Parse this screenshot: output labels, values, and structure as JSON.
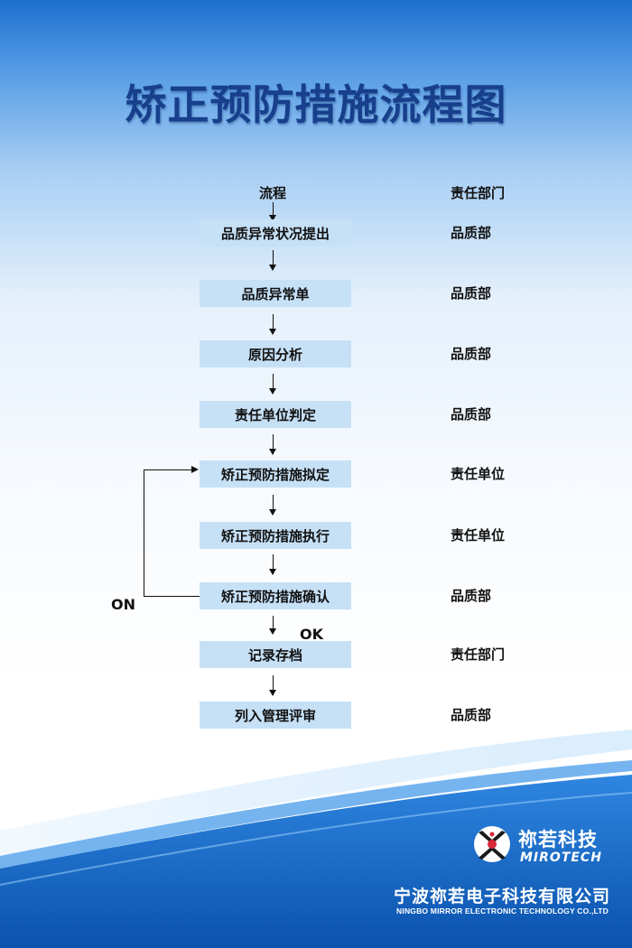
{
  "title": "矫正预防措施流程图",
  "headers": {
    "process": "流程",
    "department": "责任部门"
  },
  "steps": [
    {
      "label": "品质异常状况提出",
      "dept": "品质部"
    },
    {
      "label": "品质异常单",
      "dept": "品质部"
    },
    {
      "label": "原因分析",
      "dept": "品质部"
    },
    {
      "label": "责任单位判定",
      "dept": "品质部"
    },
    {
      "label": "矫正预防措施拟定",
      "dept": "责任单位"
    },
    {
      "label": "矫正预防措施执行",
      "dept": "责任单位"
    },
    {
      "label": "矫正预防措施确认",
      "dept": "品质部"
    },
    {
      "label": "记录存档",
      "dept": "责任部门"
    },
    {
      "label": "列入管理评审",
      "dept": "品质部"
    }
  ],
  "labels": {
    "loop": "ON",
    "ok": "OK"
  },
  "logo": {
    "cn": "祢若科技",
    "en": "MIROTECH",
    "icon": "mirotech-logo-icon"
  },
  "company": {
    "cn": "宁波祢若电子科技有限公司",
    "en": "NINGBO MIRROR ELECTRONIC TECHNOLOGY CO.,LTD"
  },
  "colors": {
    "title": "#173f8c",
    "step_fill": "#c6e0f6",
    "wave": "#0d63c2",
    "text": "#111111"
  }
}
